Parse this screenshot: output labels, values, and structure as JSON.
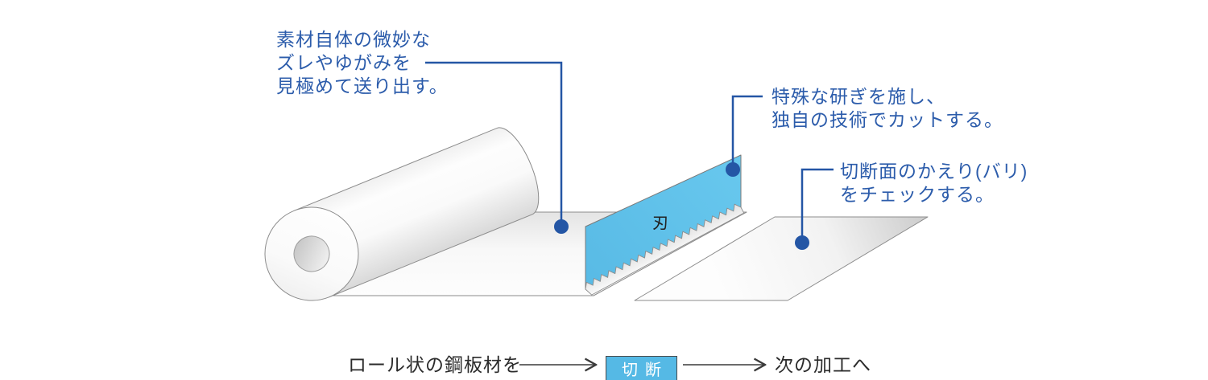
{
  "diagram": {
    "annotations": [
      {
        "lines": [
          "素材自体の微妙な",
          "ズレやゆがみを",
          "見極めて送り出す。"
        ]
      },
      {
        "lines": [
          "特殊な研ぎを施し、",
          "独自の技術でカットする。"
        ]
      },
      {
        "lines": [
          "切断面のかえり(バリ)",
          "をチェックする。"
        ]
      }
    ],
    "blade_label": "刃",
    "flow": {
      "source_label": "ロール状の鋼板材を",
      "process_label": "切断",
      "next_label": "次の加工へ"
    },
    "colors": {
      "annotation_blue": "#2456a5",
      "annotation_text_blue": "#2c5cab",
      "blade_blue": "#5ec2ea",
      "process_box_blue": "#55b9e5",
      "outline_gray": "#8c8c8c",
      "arrow_dark": "#3a3a3a",
      "text_dark": "#2b2b2b"
    }
  }
}
